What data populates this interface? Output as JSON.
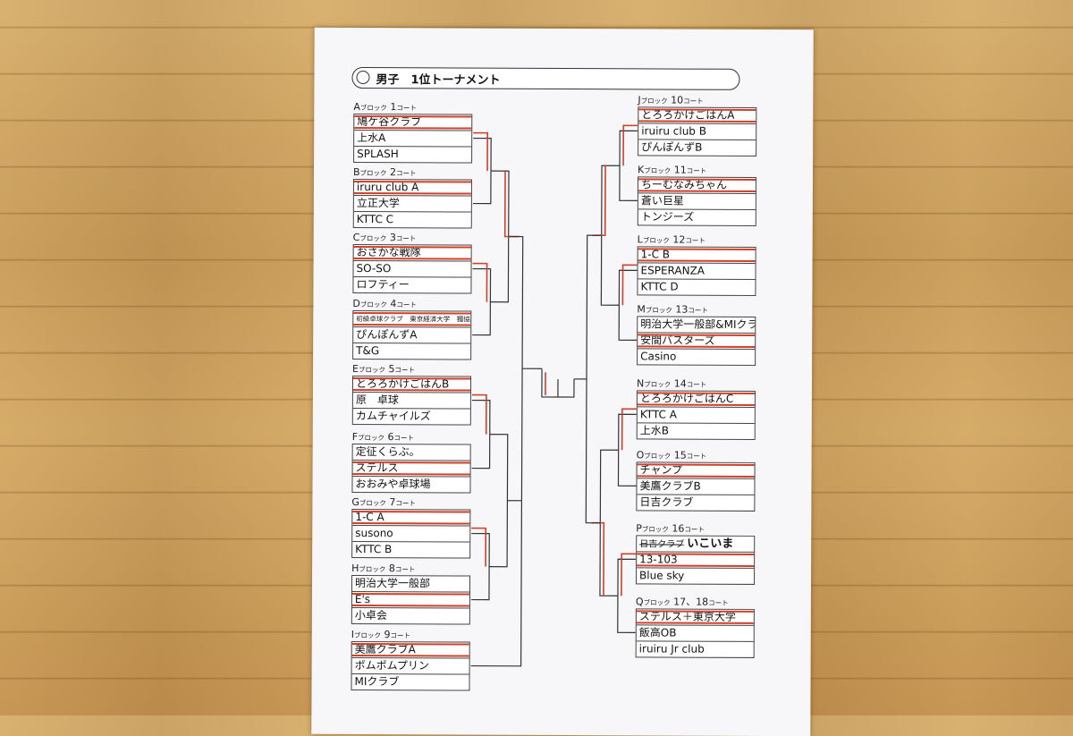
{
  "title": "男子　1位トーナメント",
  "blocks_left": [
    {
      "letter": "A",
      "suffix": "ブロック",
      "court": "1",
      "court_suffix": "コート",
      "teams": [
        "鳩ケ谷クラブ",
        "上水A",
        "SPLASH"
      ],
      "winner": 0
    },
    {
      "letter": "B",
      "suffix": "ブロック",
      "court": "2",
      "court_suffix": "コート",
      "teams": [
        "iruru club A",
        "立正大学",
        "KTTC C"
      ],
      "winner": 0
    },
    {
      "letter": "C",
      "suffix": "ブロック",
      "court": "3",
      "court_suffix": "コート",
      "teams": [
        "おさかな戦隊",
        "SO-SO",
        "ロフティー"
      ],
      "winner": 0
    },
    {
      "letter": "D",
      "suffix": "ブロック",
      "court": "4",
      "court_suffix": "コート",
      "teams": [
        "初級卓球クラブ　東京経済大学　獨協大学",
        "ぴんぽんずA",
        "T&G"
      ],
      "winner": 0
    },
    {
      "letter": "E",
      "suffix": "ブロック",
      "court": "5",
      "court_suffix": "コート",
      "teams": [
        "とろろかけごはんB",
        "原　卓球",
        "カムチャイルズ"
      ],
      "winner": 0
    },
    {
      "letter": "F",
      "suffix": "ブロック",
      "court": "6",
      "court_suffix": "コート",
      "teams": [
        "定征くらぶ。",
        "ステルス",
        "おおみや卓球場"
      ],
      "winner": 1
    },
    {
      "letter": "G",
      "suffix": "ブロック",
      "court": "7",
      "court_suffix": "コート",
      "teams": [
        "1-C A",
        "susono",
        "KTTC B"
      ],
      "winner": 0
    },
    {
      "letter": "H",
      "suffix": "ブロック",
      "court": "8",
      "court_suffix": "コート",
      "teams": [
        "明治大学一般部",
        "E's",
        "小卓会"
      ],
      "winner": 1
    },
    {
      "letter": "I",
      "suffix": "ブロック",
      "court": "9",
      "court_suffix": "コート",
      "teams": [
        "美鷹クラブA",
        "ポムポムプリン",
        "MIクラブ"
      ],
      "winner": 0
    }
  ],
  "blocks_right": [
    {
      "letter": "J",
      "suffix": "ブロック",
      "court": "10",
      "court_suffix": "コート",
      "teams": [
        "とろろかけごはんA",
        "iruiru club B",
        "ぴんぽんずB"
      ],
      "winner": 0
    },
    {
      "letter": "K",
      "suffix": "ブロック",
      "court": "11",
      "court_suffix": "コート",
      "teams": [
        "ちーむなみちゃん",
        "蒼い巨星",
        "トンジーズ"
      ],
      "winner": 0
    },
    {
      "letter": "L",
      "suffix": "ブロック",
      "court": "12",
      "court_suffix": "コート",
      "teams": [
        "1-C B",
        "ESPERANZA",
        "KTTC D"
      ],
      "winner": 0
    },
    {
      "letter": "M",
      "suffix": "ブロック",
      "court": "13",
      "court_suffix": "コート",
      "teams": [
        "明治大学一般部&MIクラブ",
        "安間バスターズ",
        "Casino"
      ],
      "winner": 1
    },
    {
      "letter": "N",
      "suffix": "ブロック",
      "court": "14",
      "court_suffix": "コート",
      "teams": [
        "とろろかけごはんC",
        "KTTC A",
        "上水B"
      ],
      "winner": 0
    },
    {
      "letter": "O",
      "suffix": "ブロック",
      "court": "15",
      "court_suffix": "コート",
      "teams": [
        "チャンプ",
        "美鷹クラブB",
        "日吉クラブ"
      ],
      "winner": 0
    },
    {
      "letter": "P",
      "suffix": "ブロック",
      "court": "16",
      "court_suffix": "コート",
      "teams": [
        "日吉クラブ",
        "13-103",
        "Blue sky"
      ],
      "winner": 1,
      "handwritten": "いこいま"
    },
    {
      "letter": "Q",
      "suffix": "ブロック",
      "court": "17、18",
      "court_suffix": "コート",
      "teams": [
        "ステルス＋東京大学",
        "飯高OB",
        "iruiru Jr club"
      ],
      "winner": 0
    }
  ],
  "colors": {
    "winner_line": "#d0402a",
    "bracket_line": "#333333",
    "paper": "#f7f6f8"
  }
}
